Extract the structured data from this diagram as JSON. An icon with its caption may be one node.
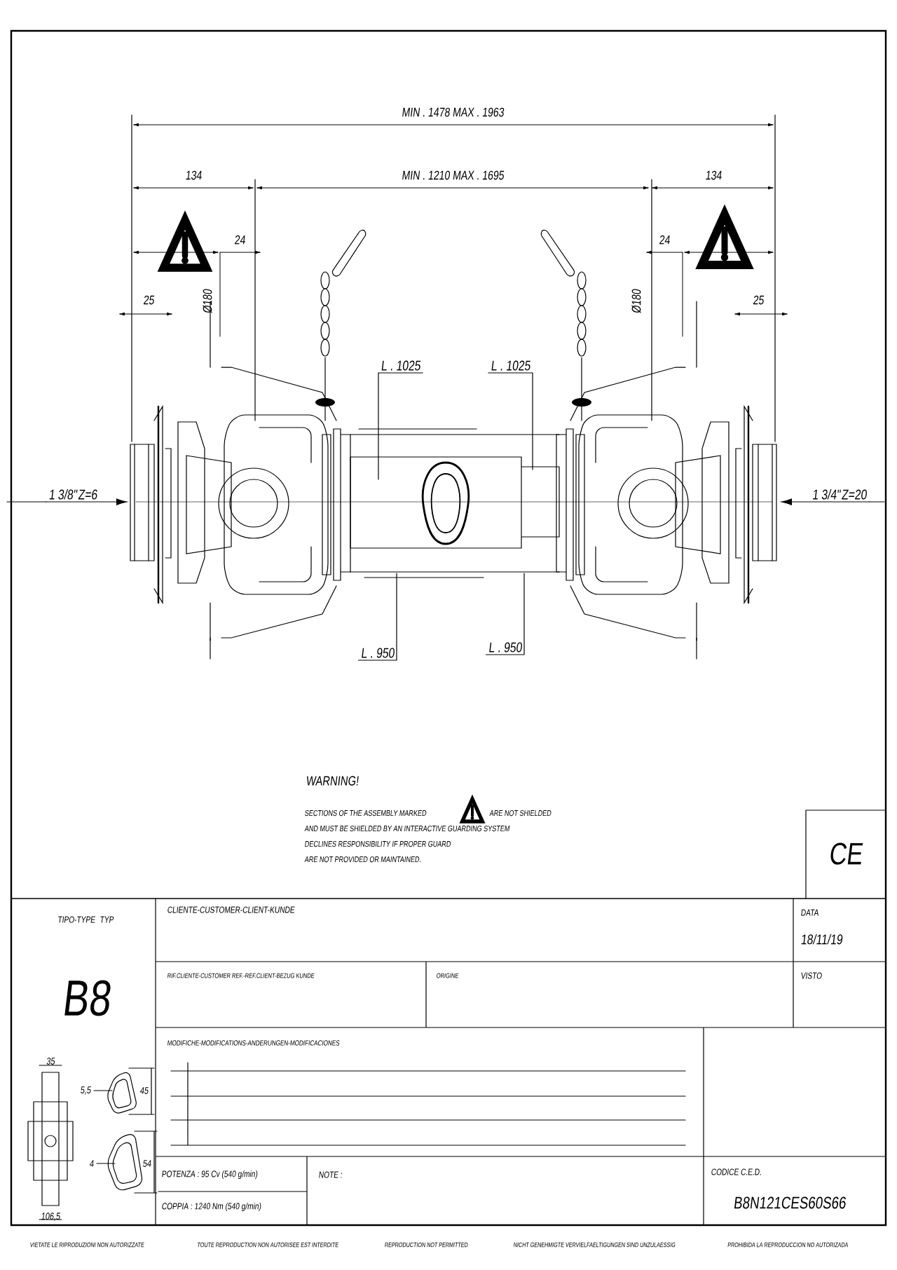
{
  "diagram": {
    "nodes": [
      {
        "text": [
          "L . 1025"
        ]
      },
      {
        "text": [
          "L . 1025"
        ]
      },
      {
        "text": [
          "L . 950"
        ]
      },
      {
        "text": [
          "L . 950"
        ]
      },
      {
        "text": [
          "1 3/8\"Z=6"
        ]
      },
      {
        "text": [
          "1 3/4\"Z=20"
        ]
      }
    ],
    "edges": [
      {
        "from": 0,
        "to": null,
        "arrow": "none"
      },
      {
        "from": 1,
        "to": null,
        "arrow": "none"
      },
      {
        "from": 2,
        "to": null,
        "arrow": "none"
      },
      {
        "from": 3,
        "to": null,
        "arrow": "none"
      },
      {
        "from": 4,
        "to": null,
        "arrow": "to"
      },
      {
        "from": 5,
        "to": null,
        "arrow": "to"
      }
    ],
    "labels": [
      "MIN . 1478   MAX . 1963",
      "134",
      "MIN . 1210   MAX . 1695",
      "134",
      "24",
      "24",
      "25",
      "25",
      "Ø180",
      "Ø180",
      "WARNING!",
      "SECTIONS OF THE ASSEMBLY MARKED",
      "ARE NOT SHIELDED",
      "AND MUST BE SHIELDED BY AN INTERACTIVE GUARDING SYSTEM",
      "DECLINES RESPONSIBILITY IF PROPER GUARD",
      "ARE NOT PROVIDED OR MAINTAINED.",
      "CE",
      "TIPO-TYPE TYP",
      "B8",
      "CLIENTE-CUSTOMER-CLIENT-KUNDE",
      "DATA",
      "18/11/19",
      "RIF.CLIENTE-CUSTOMER REF.-REF.CLIENT-BEZUG KUNDE",
      "ORIGINE",
      "VISTO",
      "MODIFICHE-MODIFICATIONS-ANDERUNGEN-MODIFICACIONES",
      "35",
      "5,5",
      "45",
      "4",
      "54",
      "106,5",
      "POTENZA : 95 Cv (540 g/min)",
      "NOTE :",
      "CODICE C.E.D.",
      "B8N121CES60S66",
      "COPPIA : 1240 Nm (540 g/min)",
      "VIETATE LE RIPRODUZIONI NON AUTORIZZATE",
      "TOUTE REPRODUCTION NON AUTORISEE EST INTERDITE",
      "REPRODUCTION NOT PERMITTED",
      "NICHT GENEHMIGTE VERVIELFAELTIGUNGEN SIND UNZULAESSIG",
      "PROHIBIDA LA REPRODUCCION NO AUTORIZADA"
    ]
  }
}
